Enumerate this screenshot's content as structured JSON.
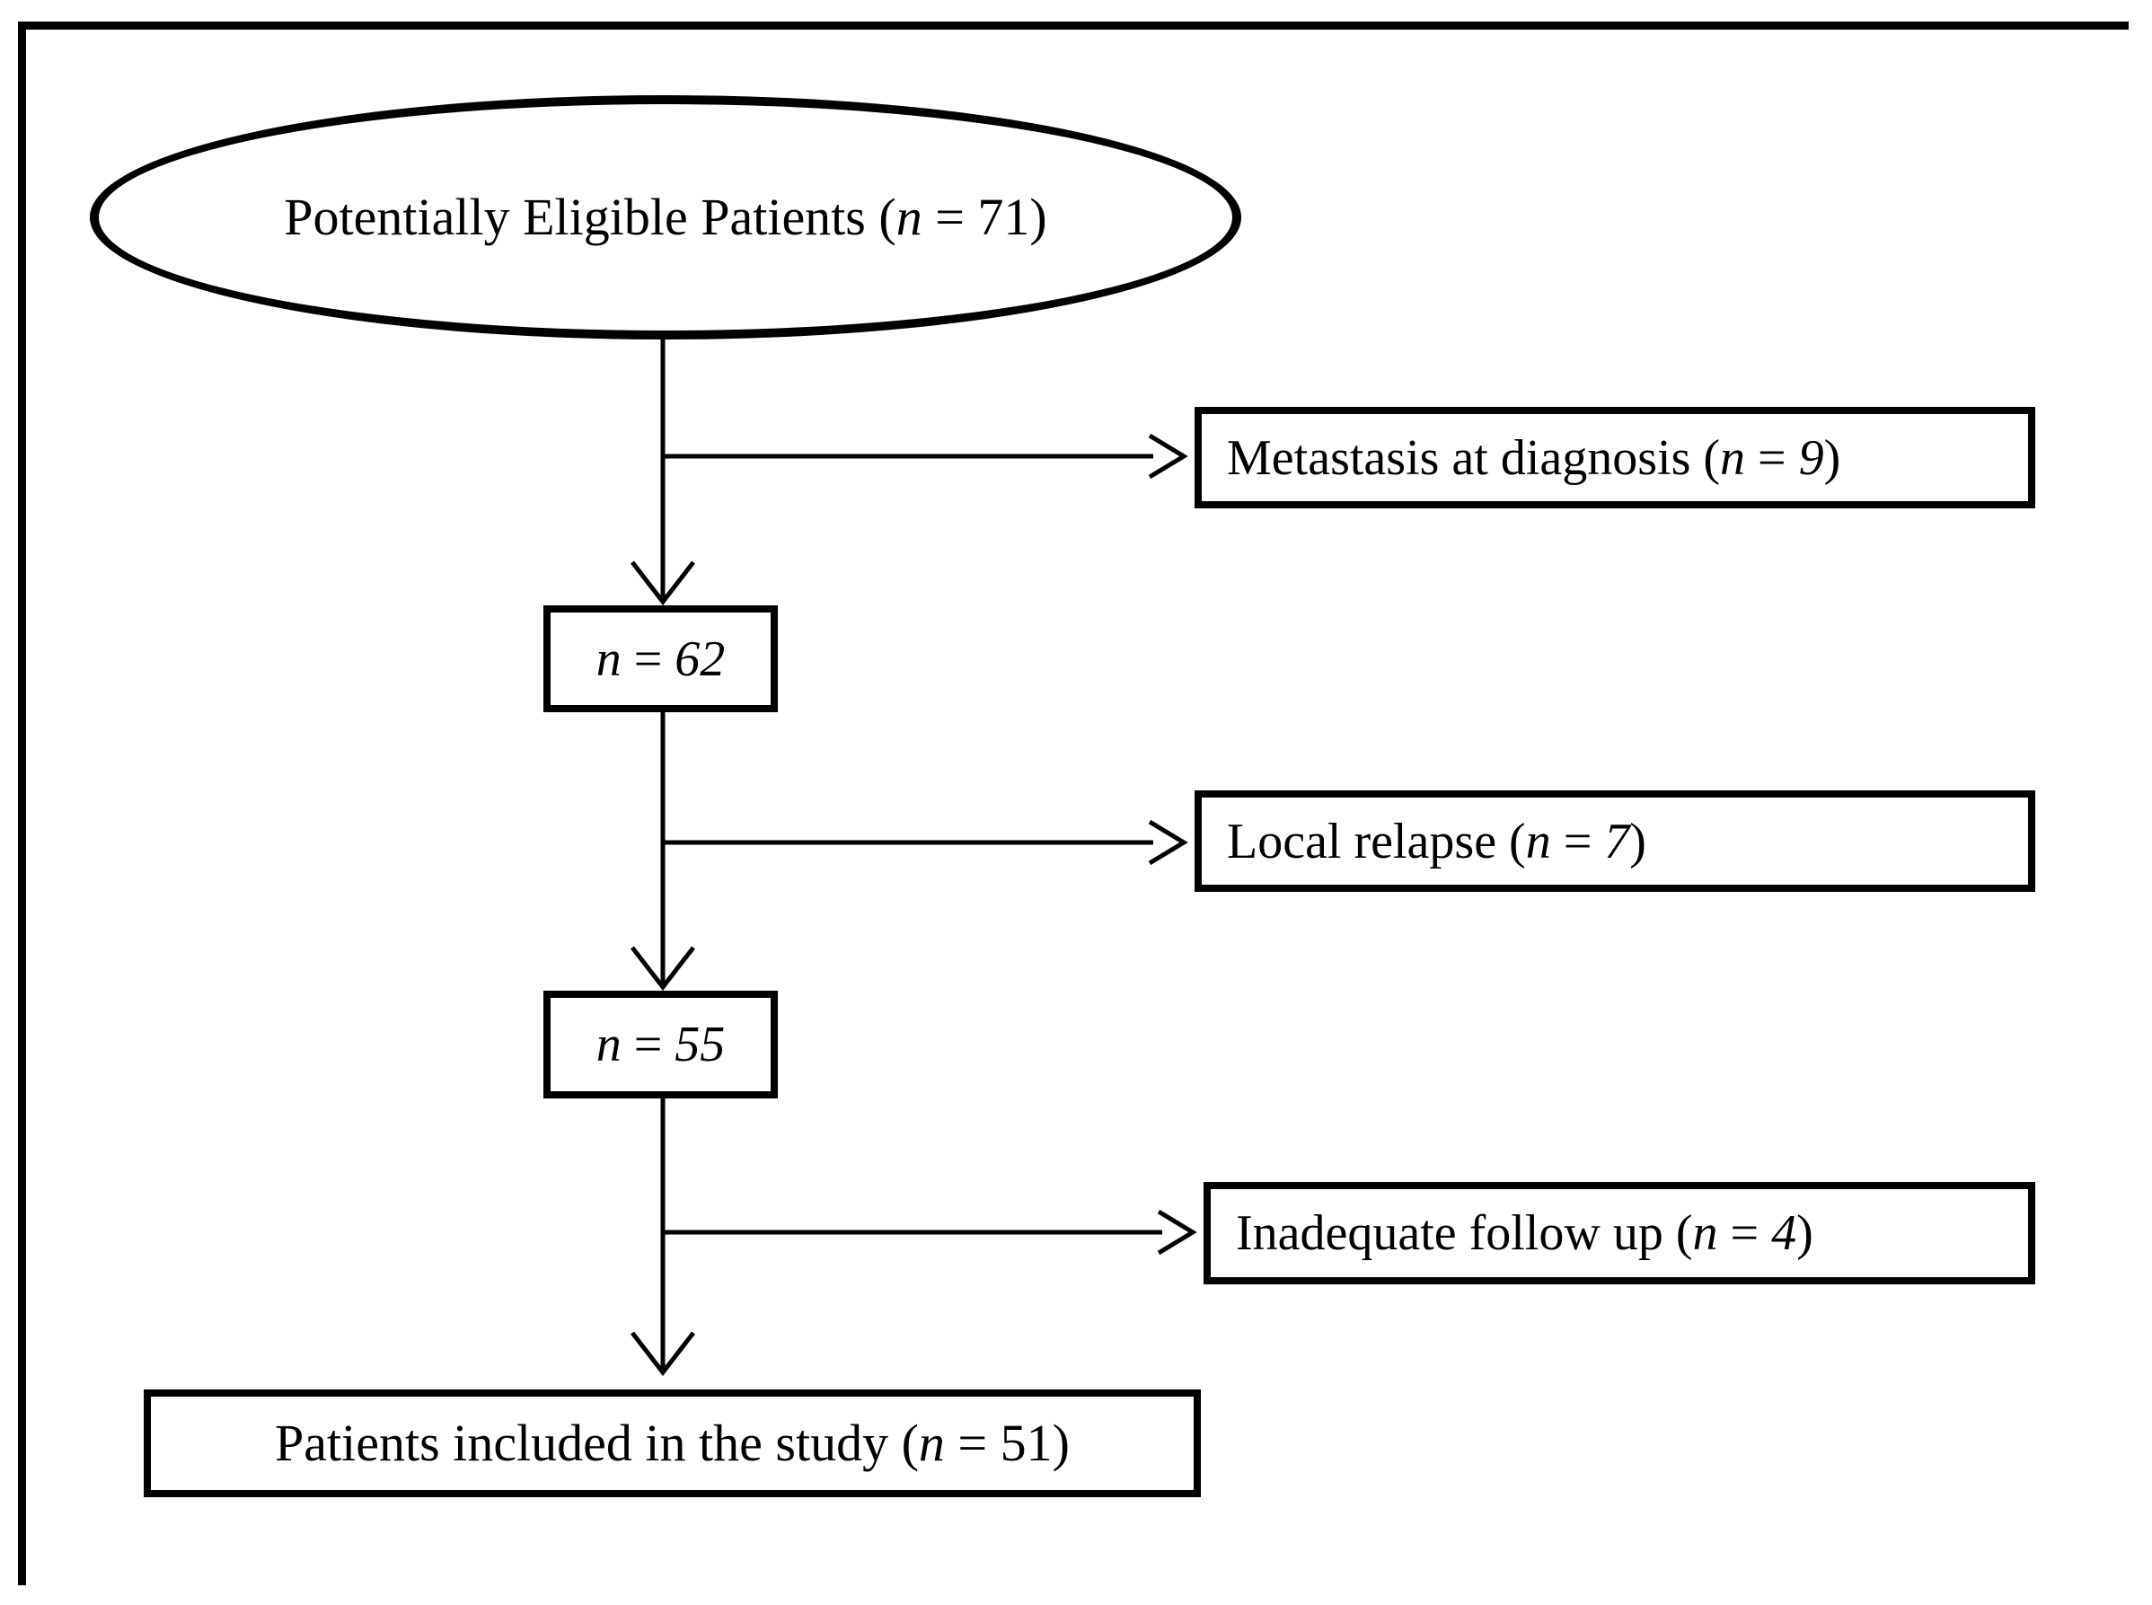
{
  "figure": {
    "type": "patient-flow-diagram",
    "background": "#ffffff",
    "ink": "#000000"
  },
  "nodes": {
    "eligible": {
      "pre": "Potentially Eligible Patients (",
      "n": "n",
      "mid": " = ",
      "num": "71",
      "post": ")"
    },
    "metastasis": {
      "pre": "Metastasis at diagnosis (",
      "n": "n",
      "mid": " = ",
      "num": "9",
      "post": ")"
    },
    "n62": {
      "n": "n",
      "mid": " = ",
      "num": "62"
    },
    "local": {
      "pre": "Local relapse (",
      "n": "n",
      "mid": " = ",
      "num": "7",
      "post": ")"
    },
    "n55": {
      "n": "n",
      "mid": " = ",
      "num": "55"
    },
    "inadequate": {
      "pre": "Inadequate follow up (",
      "n": "n",
      "mid": " = ",
      "num": "4",
      "post": ")"
    },
    "included": {
      "pre": "Patients included in the study (",
      "n": "n",
      "mid": " = ",
      "num": "51",
      "post": ")"
    }
  },
  "flow": {
    "start_count": "71",
    "excluded": [
      {
        "reason": "Metastasis at diagnosis",
        "count": "9",
        "remaining": "62"
      },
      {
        "reason": "Local relapse",
        "count": "7",
        "remaining": "55"
      },
      {
        "reason": "Inadequate follow up",
        "count": "4",
        "remaining": "51"
      }
    ],
    "final_count": "51"
  }
}
